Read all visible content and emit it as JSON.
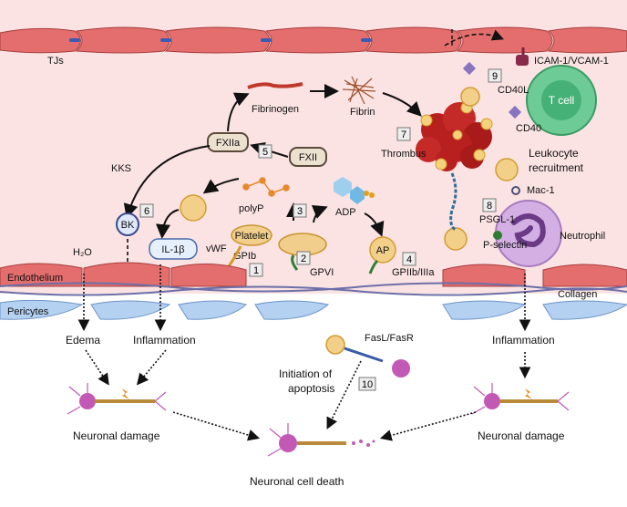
{
  "labels": {
    "tjs": "TJs",
    "icam": "ICAM-1/VCAM-1",
    "tcell": "T cell",
    "cd40l": "CD40L",
    "cd40": "CD40",
    "fibrinogen": "Fibrinogen",
    "fibrin": "Fibrin",
    "thrombus": "Thrombus",
    "leukocyte_recruitment_1": "Leukocyte",
    "leukocyte_recruitment_2": "recruitment",
    "fxiia": "FXIIa",
    "fxii": "FXII",
    "kks": "KKS",
    "polyp": "polyP",
    "adp": "ADP",
    "mac1": "Mac-1",
    "psgl1": "PSGL-1",
    "neutrophil": "Neutrophil",
    "pselectin": "P-selectin",
    "bk": "BK",
    "il1b": "IL-1β",
    "h2o": "H₂O",
    "vwf": "vWF",
    "platelet": "Platelet",
    "gpib": "GPIb",
    "gpvi": "GPVI",
    "ap": "AP",
    "gpiib": "GPIIb/IIIa",
    "endothelium": "Endothelium",
    "pericytes": "Pericytes",
    "collagen": "Collagen",
    "edema": "Edema",
    "inflammation_left": "Inflammation",
    "inflammation_right": "Inflammation",
    "fasl": "FasL/FasR",
    "apoptosis_1": "Initiation of",
    "apoptosis_2": "apoptosis",
    "neuronal_damage_left": "Neuronal damage",
    "neuronal_damage_right": "Neuronal damage",
    "neuronal_death": "Neuronal cell death"
  },
  "steps": [
    "1",
    "2",
    "3",
    "4",
    "5",
    "6",
    "7",
    "8",
    "9",
    "10"
  ],
  "colors": {
    "vessel_bg": "#fbe3e3",
    "endothelial": "#e06767",
    "pericyte": "#a9c9ee",
    "collagen": "#6b6fa8",
    "tcell": "#5cc48a",
    "neutrophil": "#c9a2dd",
    "platelet": "#f2ce8c",
    "thrombus": "#b3201f",
    "neuron": "#c25ab5"
  }
}
